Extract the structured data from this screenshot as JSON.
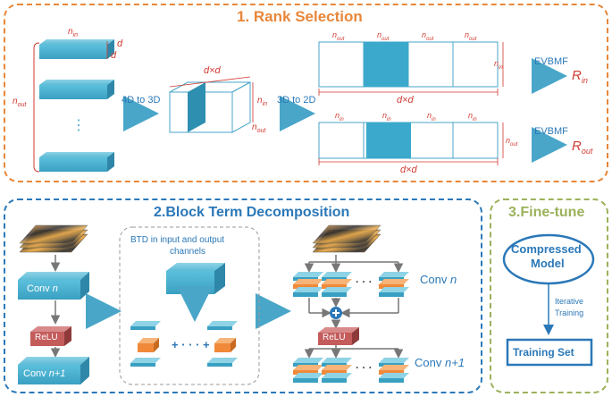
{
  "colors": {
    "orange": "#E8873A",
    "blue": "#2B78B8",
    "green": "#9BB25A",
    "teal": "#49B3D0",
    "red_label": "#D13A32",
    "dark_red": "#B34A4A"
  },
  "rank_selection": {
    "title": "1. Rank Selection",
    "n_in": "n",
    "n_in_sub": "in",
    "n_out": "n",
    "n_out_sub": "out",
    "d": "d",
    "dxd": "d×d",
    "step_4d_3d": "4D to 3D",
    "step_3d_2d": "3D to 2D",
    "evbmf": "EVBMF",
    "r_in": "R",
    "r_in_sub": "in",
    "r_out": "R",
    "r_out_sub": "out",
    "ellipsis": "⋮"
  },
  "btd": {
    "title": "2.Block Term Decomposition",
    "inner_title_1": "BTD in input and output",
    "inner_title_2": "channels",
    "conv_n": "Conv",
    "conv_n1": "Conv",
    "relu": "ReLU",
    "plus_dots": "+ · · · +",
    "dots": "· · ·",
    "n": "n",
    "n1": "n+1"
  },
  "fine_tune": {
    "title": "3.Fine-tune",
    "compressed_1": "Compressed",
    "compressed_2": "Model",
    "iterative_1": "Iterative",
    "iterative_2": "Training",
    "training_set": "Training Set"
  }
}
